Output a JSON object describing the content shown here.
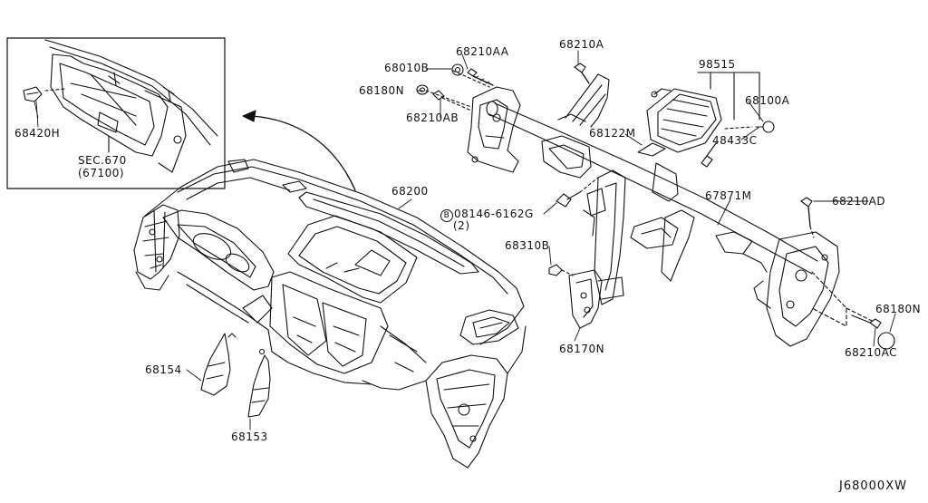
{
  "diagram_code": "J68000XW",
  "inset": {
    "part_label": "68420H",
    "section_ref_line1": "SEC.670",
    "section_ref_line2": "(67100)"
  },
  "parts": {
    "p68210AA": "68210AA",
    "p68010B": "68010B",
    "p68180N_top": "68180N",
    "p68210AB": "68210AB",
    "p68210A": "68210A",
    "p98515": "98515",
    "p68100A": "68100A",
    "p68122M": "68122M",
    "p48433C": "48433C",
    "p68200": "68200",
    "bolt_symbol": "B",
    "bolt_part": "08146-6162G",
    "bolt_qty": "(2)",
    "p67871M": "67871M",
    "p68210AD": "68210AD",
    "p68310B": "68310B",
    "p68170N": "68170N",
    "p68180N_right": "68180N",
    "p68210AC": "68210AC",
    "p68154": "68154",
    "p68153": "68153"
  }
}
